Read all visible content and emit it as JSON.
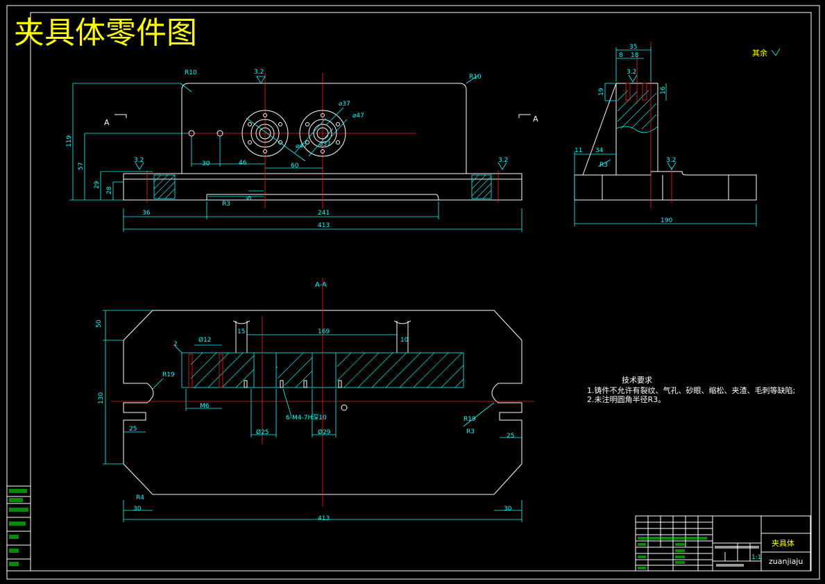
{
  "drawing_title": "夹具体零件图",
  "views": {
    "section_mark": "A",
    "section_label": "A-A"
  },
  "dims_front": {
    "r_left": "R10",
    "r_right": "R10",
    "roughness_top": "3.2",
    "roughness_left": "3.2",
    "roughness_right": "3.2",
    "h119": "119",
    "h57": "57",
    "h29": "29",
    "h28": "28",
    "d30": "30",
    "d46": "46",
    "d60": "60",
    "d36": "36",
    "r3": "R3",
    "d5": "5",
    "d241": "241",
    "d413": "413",
    "phi37": "⌀37",
    "phi47a": "⌀47",
    "phi47b": "⌀47",
    "phi37b": "⌀37"
  },
  "dims_side": {
    "d35": "35",
    "d8": "8",
    "d18": "18",
    "roughness_top": "3.2",
    "h19": "19",
    "h16": "16",
    "d11": "11",
    "d34": "34",
    "r3": "R3",
    "roughness_right": "3.2",
    "d190": "190",
    "other_note": "其余"
  },
  "dims_section": {
    "h50": "50",
    "h130": "130",
    "d15": "15",
    "d169": "169",
    "d10": "10",
    "d2": "2",
    "phi12": "Ø12",
    "r19_left": "R19",
    "r19_right": "R19",
    "r3": "R3",
    "m6": "M6",
    "d25_left": "25",
    "d25_right": "25",
    "phi25": "Ø25",
    "phi29": "Ø29",
    "m4": "6-M4-7H深10",
    "r4": "R4",
    "d30_left": "30",
    "d30_right": "30",
    "d413": "413"
  },
  "tech_requirements": {
    "title": "技术要求",
    "item1": "1.铸件不允许有裂纹、气孔、砂眼、缩松、夹渣、毛刺等缺陷;",
    "item2": "2.未注明圆角半径R3。"
  },
  "title_block": {
    "part_name": "夹具体",
    "site_tag": "zuanjiaju",
    "scale": "1:1"
  }
}
